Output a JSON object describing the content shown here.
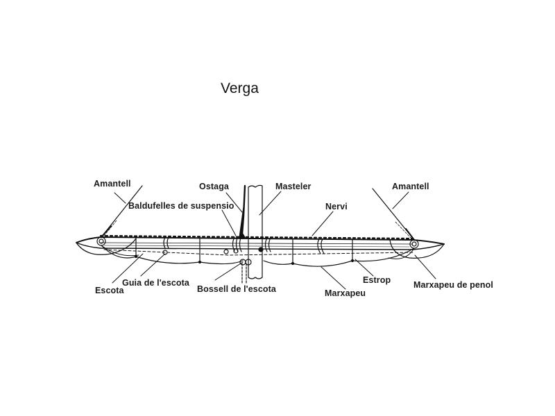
{
  "title": "Verga",
  "labels": {
    "amantell_left": "Amantell",
    "ostaga": "Ostaga",
    "masteler": "Masteler",
    "amantell_right": "Amantell",
    "baldufelles": "Baldufelles de suspensio",
    "nervi": "Nervi",
    "escota": "Escota",
    "guia_escota": "Guia de l'escota",
    "bossell_escota": "Bossell de l'escota",
    "marxapeu": "Marxapeu",
    "estrop": "Estrop",
    "marxapeu_penol": "Marxapeu de penol"
  },
  "colors": {
    "ink": "#111111",
    "background": "#ffffff"
  }
}
